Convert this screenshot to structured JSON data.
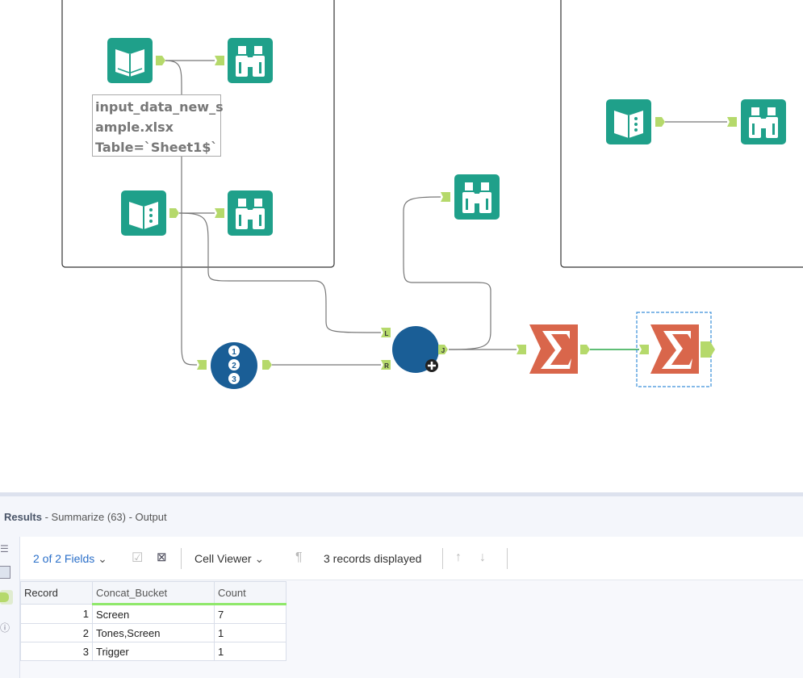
{
  "canvas": {
    "annotation_lines": [
      "input_data_new_s",
      "ample.xlsx",
      "Table=`Sheet1$`"
    ],
    "join_ports": {
      "left": "L",
      "right": "R",
      "output": "J"
    },
    "record_id_digits": [
      "1",
      "2",
      "3"
    ],
    "colors": {
      "input": "#1fa08a",
      "browse": "#1fa08a",
      "join": "#1a5e96",
      "summarize": "#d9664b",
      "port": "#b5d96b",
      "selection": "#3a8fd9"
    }
  },
  "results": {
    "title": "Results",
    "subtitle": " - Summarize (63) - Output",
    "toolbar": {
      "fields": "2 of 2 Fields",
      "cell_viewer": "Cell Viewer",
      "records": "3 records displayed"
    },
    "table": {
      "headers": [
        "Record",
        "Concat_Bucket",
        "Count"
      ],
      "rows": [
        [
          "1",
          "Screen",
          "7"
        ],
        [
          "2",
          "Tones,Screen",
          "1"
        ],
        [
          "3",
          "Trigger",
          "1"
        ]
      ]
    }
  }
}
